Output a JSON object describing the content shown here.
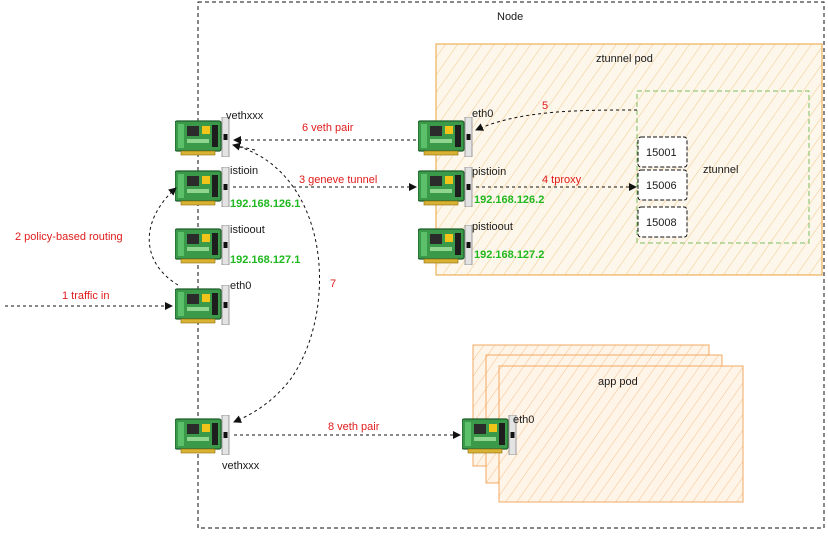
{
  "node": {
    "title": "Node"
  },
  "ztunnel_pod": {
    "title": "ztunnel pod",
    "inner_title": "ztunnel",
    "ports": [
      "15001",
      "15006",
      "15008"
    ],
    "interfaces": [
      {
        "name": "eth0",
        "ip": ""
      },
      {
        "name": "pistioin",
        "ip": "192.168.126.2"
      },
      {
        "name": "pistioout",
        "ip": "192.168.127.2"
      }
    ]
  },
  "app_pod": {
    "title": "app pod",
    "interface": "eth0"
  },
  "node_interfaces": [
    {
      "name": "vethxxx",
      "ip": ""
    },
    {
      "name": "istioin",
      "ip": "192.168.126.1"
    },
    {
      "name": "istioout",
      "ip": "192.168.127.1"
    },
    {
      "name": "eth0",
      "ip": ""
    },
    {
      "name": "vethxxx",
      "ip": ""
    }
  ],
  "steps": {
    "s1": "1 traffic in",
    "s2": "2 policy-based routing",
    "s3": "3 geneve tunnel",
    "s4": "4 tproxy",
    "s5": "5",
    "s6": "6 veth pair",
    "s7": "7",
    "s8": "8 veth pair"
  },
  "colors": {
    "step_label": "#e01b1b",
    "ip_label": "#1fb81f",
    "ztunnel_pod_border": "#e8a23a",
    "ztunnel_pod_fill": "#fdf3e3",
    "ztunnel_inner_border": "#7fbf5f",
    "app_pod_fill": "#fde3c7",
    "nic_board": "#3a9a4a"
  },
  "icons": {
    "nic": "network-card-icon"
  }
}
